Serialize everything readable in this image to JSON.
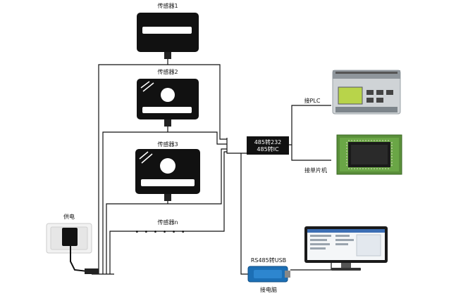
{
  "sensors": [
    {
      "label": "传感器1"
    },
    {
      "label": "传感器2"
    },
    {
      "label": "传感器3"
    },
    {
      "label": "传感器n"
    }
  ],
  "power_label": "供电",
  "converter": {
    "line1": "485转232",
    "line2": "485转IC"
  },
  "plc_label": "接PLC",
  "mcu_label": "接单片机",
  "usb_converter_label": "RS485转USB",
  "computer_label": "接电脑",
  "ellipsis": "• • • • • •"
}
